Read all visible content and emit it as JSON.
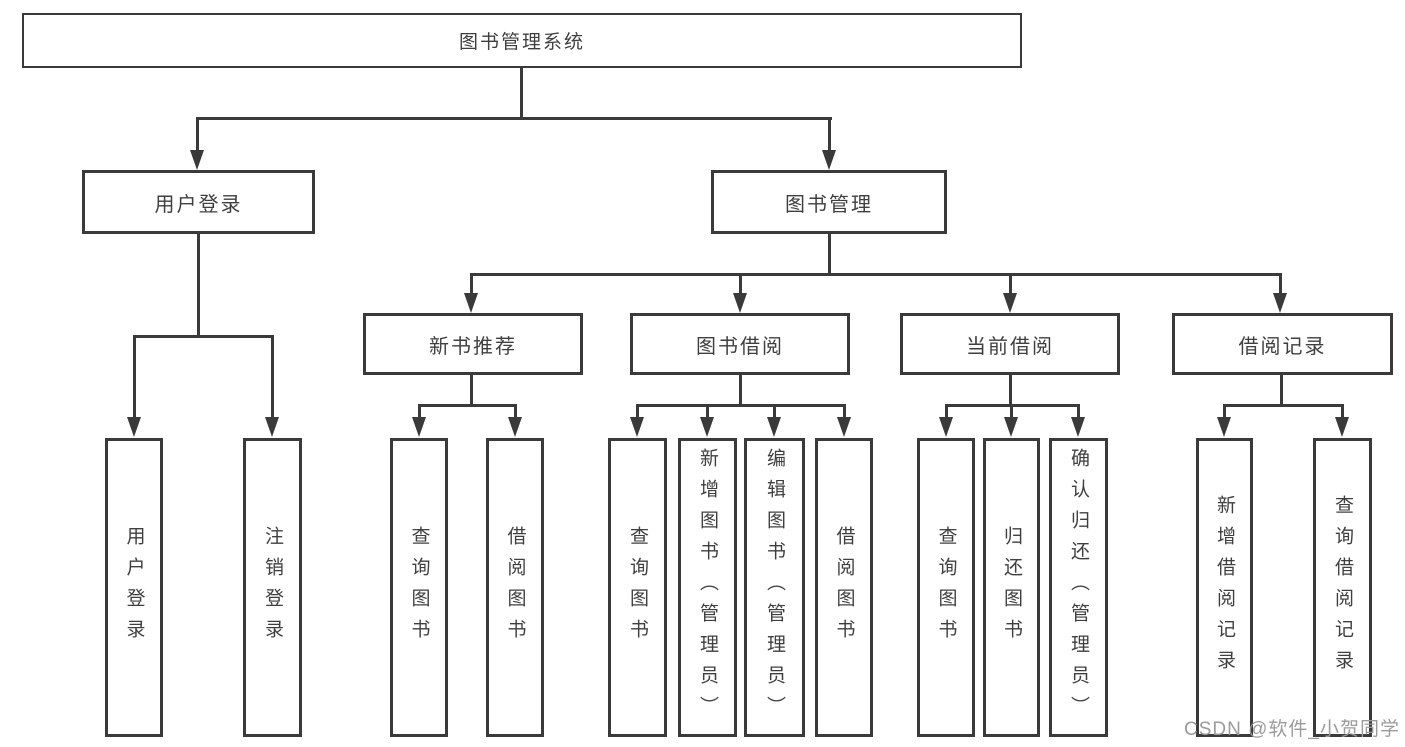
{
  "tree": {
    "root": {
      "label": "图书管理系统",
      "children": [
        {
          "label": "用户登录",
          "children": [
            {
              "label": "用户登录"
            },
            {
              "label": "注销登录"
            }
          ]
        },
        {
          "label": "图书管理",
          "children": [
            {
              "label": "新书推荐",
              "children": [
                {
                  "label": "查询图书"
                },
                {
                  "label": "借阅图书"
                }
              ]
            },
            {
              "label": "图书借阅",
              "children": [
                {
                  "label": "查询图书"
                },
                {
                  "label": "新增图书（管理员）"
                },
                {
                  "label": "编辑图书（管理员）"
                },
                {
                  "label": "借阅图书"
                }
              ]
            },
            {
              "label": "当前借阅",
              "children": [
                {
                  "label": "查询图书"
                },
                {
                  "label": "归还图书"
                },
                {
                  "label": "确认归还（管理员）"
                }
              ]
            },
            {
              "label": "借阅记录",
              "children": [
                {
                  "label": "新增借阅记录"
                },
                {
                  "label": "查询借阅记录"
                }
              ]
            }
          ]
        }
      ]
    },
    "watermark": "CSDN @软件_小贺同学"
  },
  "colors": {
    "line": "#3a3a3a",
    "text": "#3f3f3f",
    "watermark": "#9b9b9b",
    "background": "#ffffff"
  }
}
